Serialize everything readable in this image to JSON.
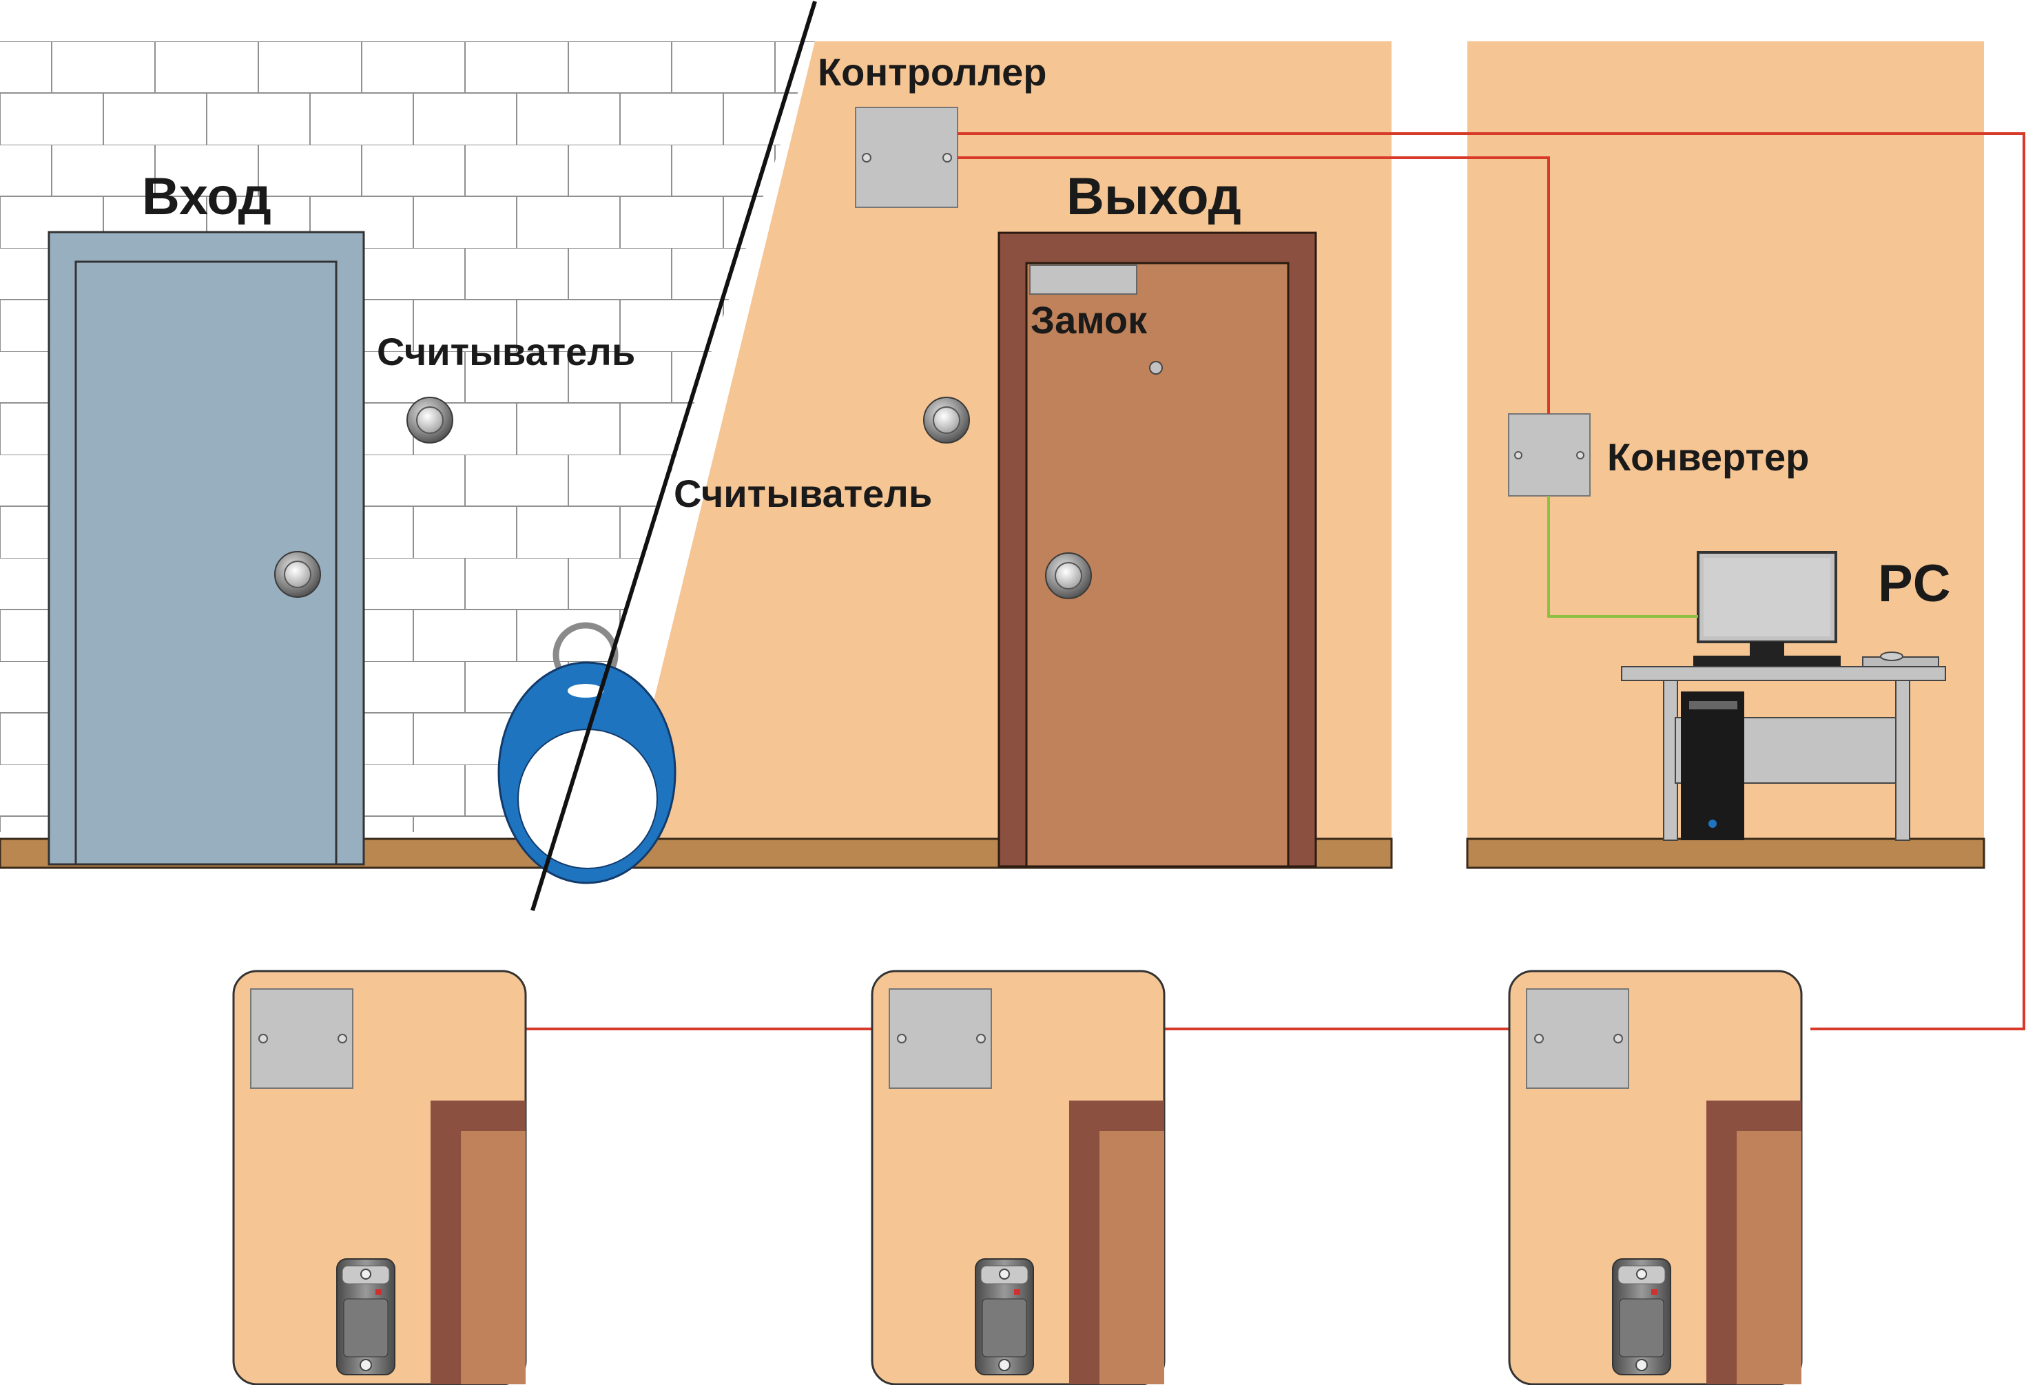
{
  "labels": {
    "entrance": "Вход",
    "exit": "Выход",
    "reader_left": "Считыватель",
    "reader_right": "Считыватель",
    "controller": "Контроллер",
    "lock": "Замок",
    "converter": "Конвертер",
    "pc": "PC"
  },
  "colors": {
    "wall": "#f6c594",
    "brick": "#ffffff",
    "mortar": "#909090",
    "entrance_door": "#98afc0",
    "exit_door": "#bf825a",
    "door_frame": "#8b5040",
    "floor": "#b9874f",
    "box": "#c3c3c3",
    "wire_red": "#d83a2a",
    "wire_green": "#8cc040",
    "keyfob": "#1f74c0"
  },
  "icons": [
    "reader-icon",
    "keyfob-icon",
    "computer-icon",
    "lock-icon",
    "door-knob-icon"
  ]
}
